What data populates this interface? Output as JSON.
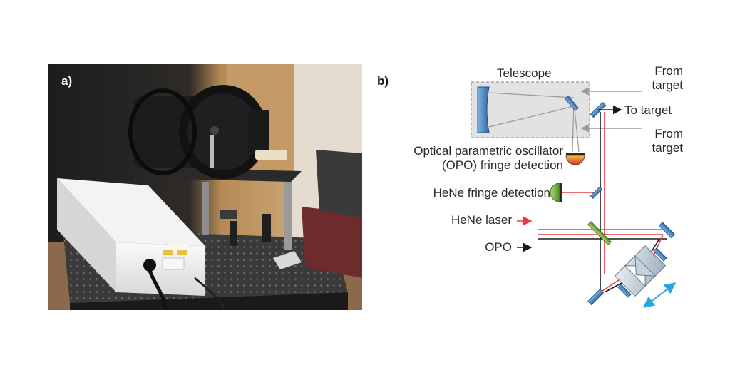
{
  "panel_a": {
    "label": "a)"
  },
  "panel_b": {
    "label": "b)",
    "telescope": "Telescope",
    "from_target_1": [
      "From",
      "target"
    ],
    "to_target": "To target",
    "from_target_2": [
      "From",
      "target"
    ],
    "opo_detection": [
      "Optical parametric oscillator",
      "(OPO) fringe detection"
    ],
    "hene_detection": "HeNe fringe detection",
    "hene_laser": "HeNe laser",
    "opo": "OPO"
  },
  "colors": {
    "beam_red": "#e8383d",
    "beam_black": "#1a1a1a",
    "beam_grey": "#9a9a9a",
    "mirror_blue": "#3f7fbf",
    "telescope_box": "#d9d9d9",
    "splitter_green": "#5a9e3a",
    "motion_arrow": "#2aa6df"
  },
  "icons": [
    "telescope-mirror",
    "photodetector-orange",
    "photodetector-green",
    "beam-splitter",
    "retroreflector-cube"
  ]
}
